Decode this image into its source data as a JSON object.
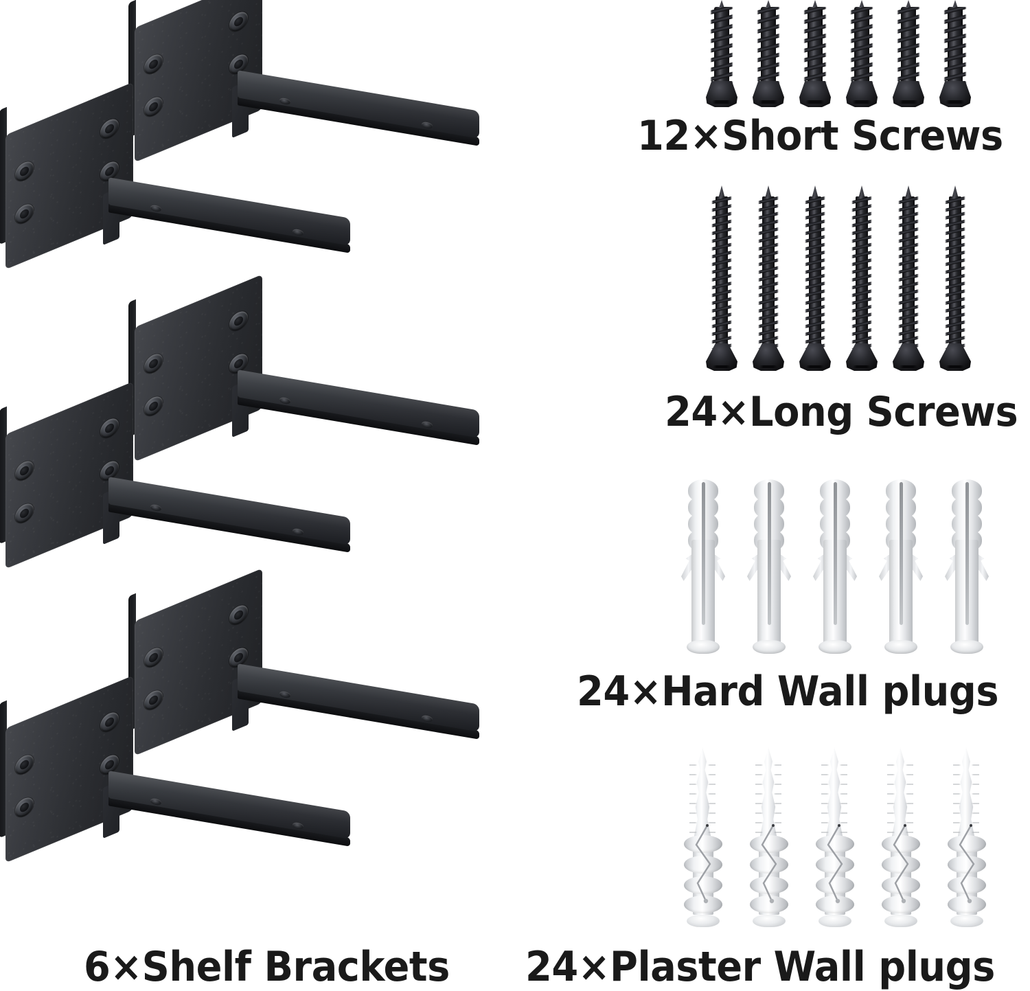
{
  "page": {
    "background_color": "#ffffff",
    "text_color": "#1a1a1a",
    "metal_color": "#2b2d31",
    "plastic_color": "#f2f4f6"
  },
  "groups": [
    {
      "id": "shelf-brackets",
      "label": "6×Shelf Brackets",
      "quantity": 6,
      "item_name": "Shelf Brackets",
      "item_count_shown": 6
    },
    {
      "id": "short-screws",
      "label": "12×Short Screws",
      "quantity": 12,
      "item_name": "Short Screws",
      "item_count_shown": 6
    },
    {
      "id": "long-screws",
      "label": "24×Long Screws",
      "quantity": 24,
      "item_name": "Long Screws",
      "item_count_shown": 6
    },
    {
      "id": "hard-wall-plugs",
      "label": "24×Hard Wall plugs",
      "quantity": 24,
      "item_name": "Hard Wall plugs",
      "item_count_shown": 5
    },
    {
      "id": "plaster-wall-plugs",
      "label": "24×Plaster Wall plugs",
      "quantity": 24,
      "item_name": "Plaster Wall plugs",
      "item_count_shown": 5
    }
  ],
  "labels": {
    "short_screws": "12×Short Screws",
    "long_screws": "24×Long Screws",
    "hard_wall_plugs": "24×Hard Wall plugs",
    "shelf_brackets": "6×Shelf Brackets",
    "plaster_wall_plugs": "24×Plaster Wall plugs"
  }
}
